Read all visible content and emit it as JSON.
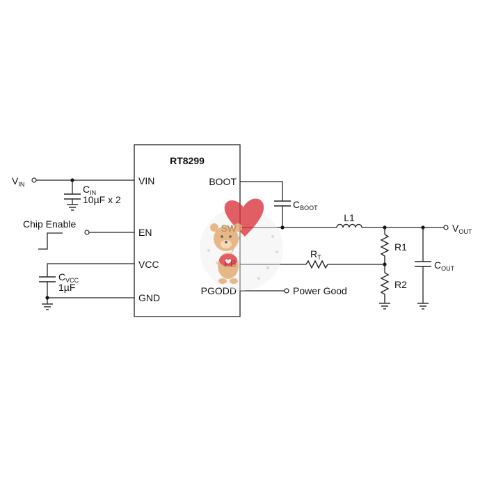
{
  "ic": {
    "name": "RT8299"
  },
  "pins": {
    "vin": "VIN",
    "en": "EN",
    "vcc": "VCC",
    "gnd": "GND",
    "boot": "BOOT",
    "sw": "SW",
    "fb": "FB",
    "pgood": "PGODD"
  },
  "labels": {
    "vin_main": "V",
    "vin_sub": "IN",
    "cin_main": "C",
    "cin_sub": "IN",
    "cin_value": "10µF x 2",
    "chip_enable": "Chip Enable",
    "cvcc_main": "C",
    "cvcc_sub": "VCC",
    "cvcc_value": "1µF",
    "cboot_main": "C",
    "cboot_sub": "BOOT",
    "l1": "L1",
    "rt_main": "R",
    "rt_sub": "T",
    "r1": "R1",
    "r2": "R2",
    "cout_main": "C",
    "cout_sub": "OUT",
    "vout_main": "V",
    "vout_sub": "OUT",
    "power_good": "Power Good"
  },
  "watermark": {
    "icon": "teddy-bear-heart-balloon-icon",
    "heart_color": "#d9363e",
    "bear_color": "#e3a66b"
  }
}
